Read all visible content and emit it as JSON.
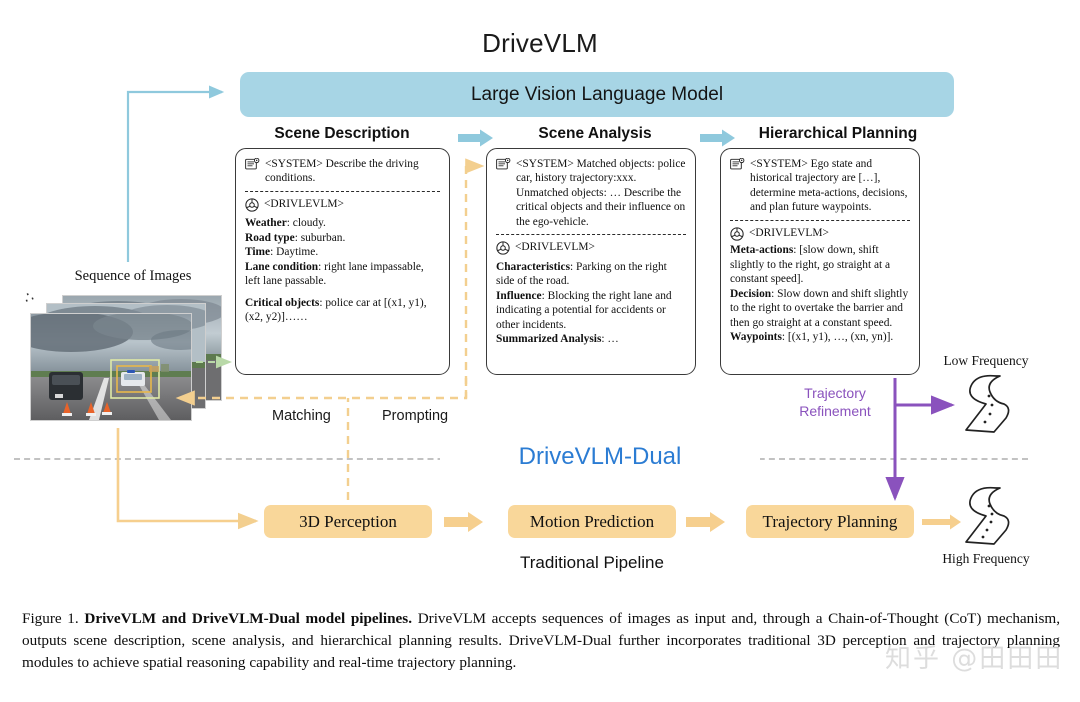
{
  "figure": {
    "main_title": "DriveVLM",
    "banner_label": "Large Vision Language Model",
    "dual_title": "DriveVLM-Dual",
    "traditional_pipeline_label": "Traditional Pipeline",
    "sequence_label": "Sequence of Images",
    "matching_label": "Matching",
    "prompting_label": "Prompting",
    "trajectory_refinement_label": "Trajectory\nRefinement",
    "trajectory_refinement_line1": "Trajectory",
    "trajectory_refinement_line2": "Refinement",
    "low_frequency_label": "Low Frequency",
    "high_frequency_label": "High Frequency",
    "watermark": "知乎 @田田田"
  },
  "colors": {
    "banner_blue": "#a7d5e5",
    "arrow_blue": "#8fc9dd",
    "box_orange": "#f9d79a",
    "arrow_orange": "#f6cf8e",
    "dashed_orange": "#f3cf8f",
    "dual_blue": "#2b7cd3",
    "purple": "#8a52bd",
    "divider_gray": "#c2c2c2",
    "panel_border": "#3a3a3a"
  },
  "column_headers": [
    {
      "label": "Scene Description"
    },
    {
      "label": "Scene Analysis"
    },
    {
      "label": "Hierarchical Planning"
    }
  ],
  "panels": [
    {
      "id": "scene-description",
      "system_tag": "<SYSTEM>",
      "system_text": "Describe the driving conditions.",
      "vlm_tag": "<DRIVLEVLM>",
      "fields": [
        {
          "key": "Weather",
          "value": ": cloudy."
        },
        {
          "key": "Road type",
          "value": ": suburban."
        },
        {
          "key": "Time",
          "value": ": Daytime."
        },
        {
          "key": "Lane condition",
          "value": ": right lane impassable, left lane passable."
        },
        {
          "key": "Critical objects",
          "value": ": police car at [(x1, y1), (x2, y2)]……"
        }
      ]
    },
    {
      "id": "scene-analysis",
      "system_tag": "<SYSTEM>",
      "system_text": "Matched objects: police car, history trajectory:xxx. Unmatched objects: … Describe the critical objects and their influence on the ego-vehicle.",
      "system_lines": [
        "Matched objects:",
        "police car, history trajectory:xxx.",
        "Unmatched objects: …",
        "Describe the critical objects and their",
        "influence on the ego-vehicle."
      ],
      "vlm_tag": "<DRIVLEVLM>",
      "fields": [
        {
          "key": "Characteristics",
          "value": ": Parking on the right side of the road."
        },
        {
          "key": "Influence",
          "value": ": Blocking the right lane and indicating a potential for accidents or other incidents."
        },
        {
          "key": "Summarized Analysis",
          "value": ": …"
        }
      ]
    },
    {
      "id": "hierarchical-planning",
      "system_tag": "<SYSTEM>",
      "system_text": "Ego state and historical trajectory are […], determine meta-actions, decisions, and plan future waypoints.",
      "vlm_tag": "<DRIVLEVLM>",
      "fields": [
        {
          "key": "Meta-actions",
          "value": ": [slow down, shift slightly to the right, go straight at a constant speed]."
        },
        {
          "key": "Decision",
          "value": ": Slow down and shift slightly to the right to overtake the barrier and then go straight at a constant speed."
        },
        {
          "key": "Waypoints",
          "value": ": [(x1, y1), …, (xn, yn)]."
        }
      ]
    }
  ],
  "pipeline_boxes": [
    {
      "label": "3D Perception"
    },
    {
      "label": "Motion Prediction"
    },
    {
      "label": "Trajectory Planning"
    }
  ],
  "caption": {
    "figure_number": "Figure 1.",
    "bold_title": "DriveVLM and DriveVLM-Dual model pipelines.",
    "body": "DriveVLM accepts sequences of images as input and, through a Chain-of-Thought (CoT) mechanism, outputs scene description, scene analysis, and hierarchical planning results. DriveVLM-Dual further incorporates traditional 3D perception and trajectory planning modules to achieve spatial reasoning capability and real-time trajectory planning."
  }
}
